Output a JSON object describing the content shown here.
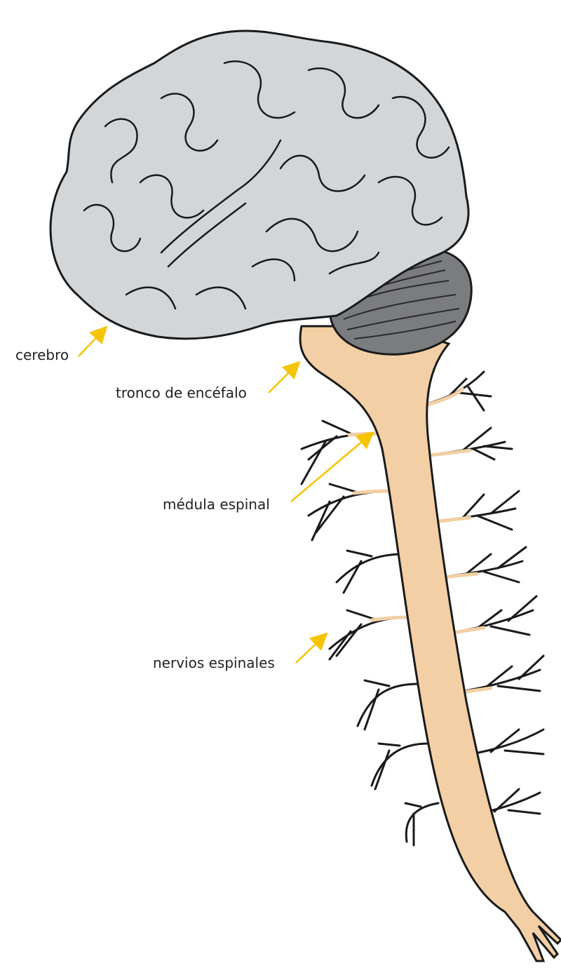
{
  "labels": {
    "brain": "cerebro",
    "brainstem": "tronco de encéfalo",
    "spinal_cord": "médula espinal",
    "spinal_nerves": "nervios espinales"
  },
  "colors": {
    "cerebrum_fill": "#d3d6d9",
    "cerebellum_fill": "#7a7c7f",
    "cord_fill": "#f2cfa4",
    "outline": "#1a1a1a",
    "arrow": "#f5c400"
  },
  "icons": {
    "pointer": "yellow-arrow-icon"
  }
}
